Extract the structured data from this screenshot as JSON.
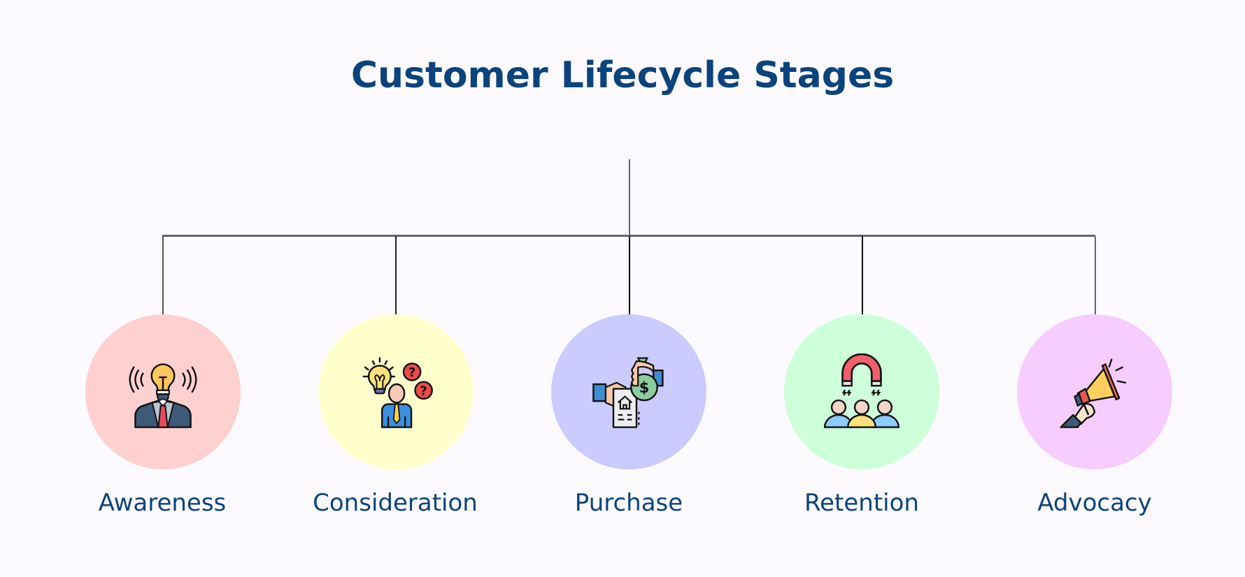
{
  "title": "Customer Lifecycle Stages",
  "stages": [
    {
      "label": "Awareness",
      "icon": "lightbulb-head-businessman-icon",
      "color": "#ffd0d0"
    },
    {
      "label": "Consideration",
      "icon": "person-idea-questions-icon",
      "color": "#ffffcc"
    },
    {
      "label": "Purchase",
      "icon": "money-bag-exchange-house-contract-icon",
      "color": "#cccbff"
    },
    {
      "label": "Retention",
      "icon": "magnet-attracting-people-icon",
      "color": "#ccffda"
    },
    {
      "label": "Advocacy",
      "icon": "megaphone-hand-icon",
      "color": "#f7cdff"
    }
  ],
  "colors": {
    "title": "#0b437c",
    "connector": "#666666",
    "background": "#fcfaff"
  }
}
